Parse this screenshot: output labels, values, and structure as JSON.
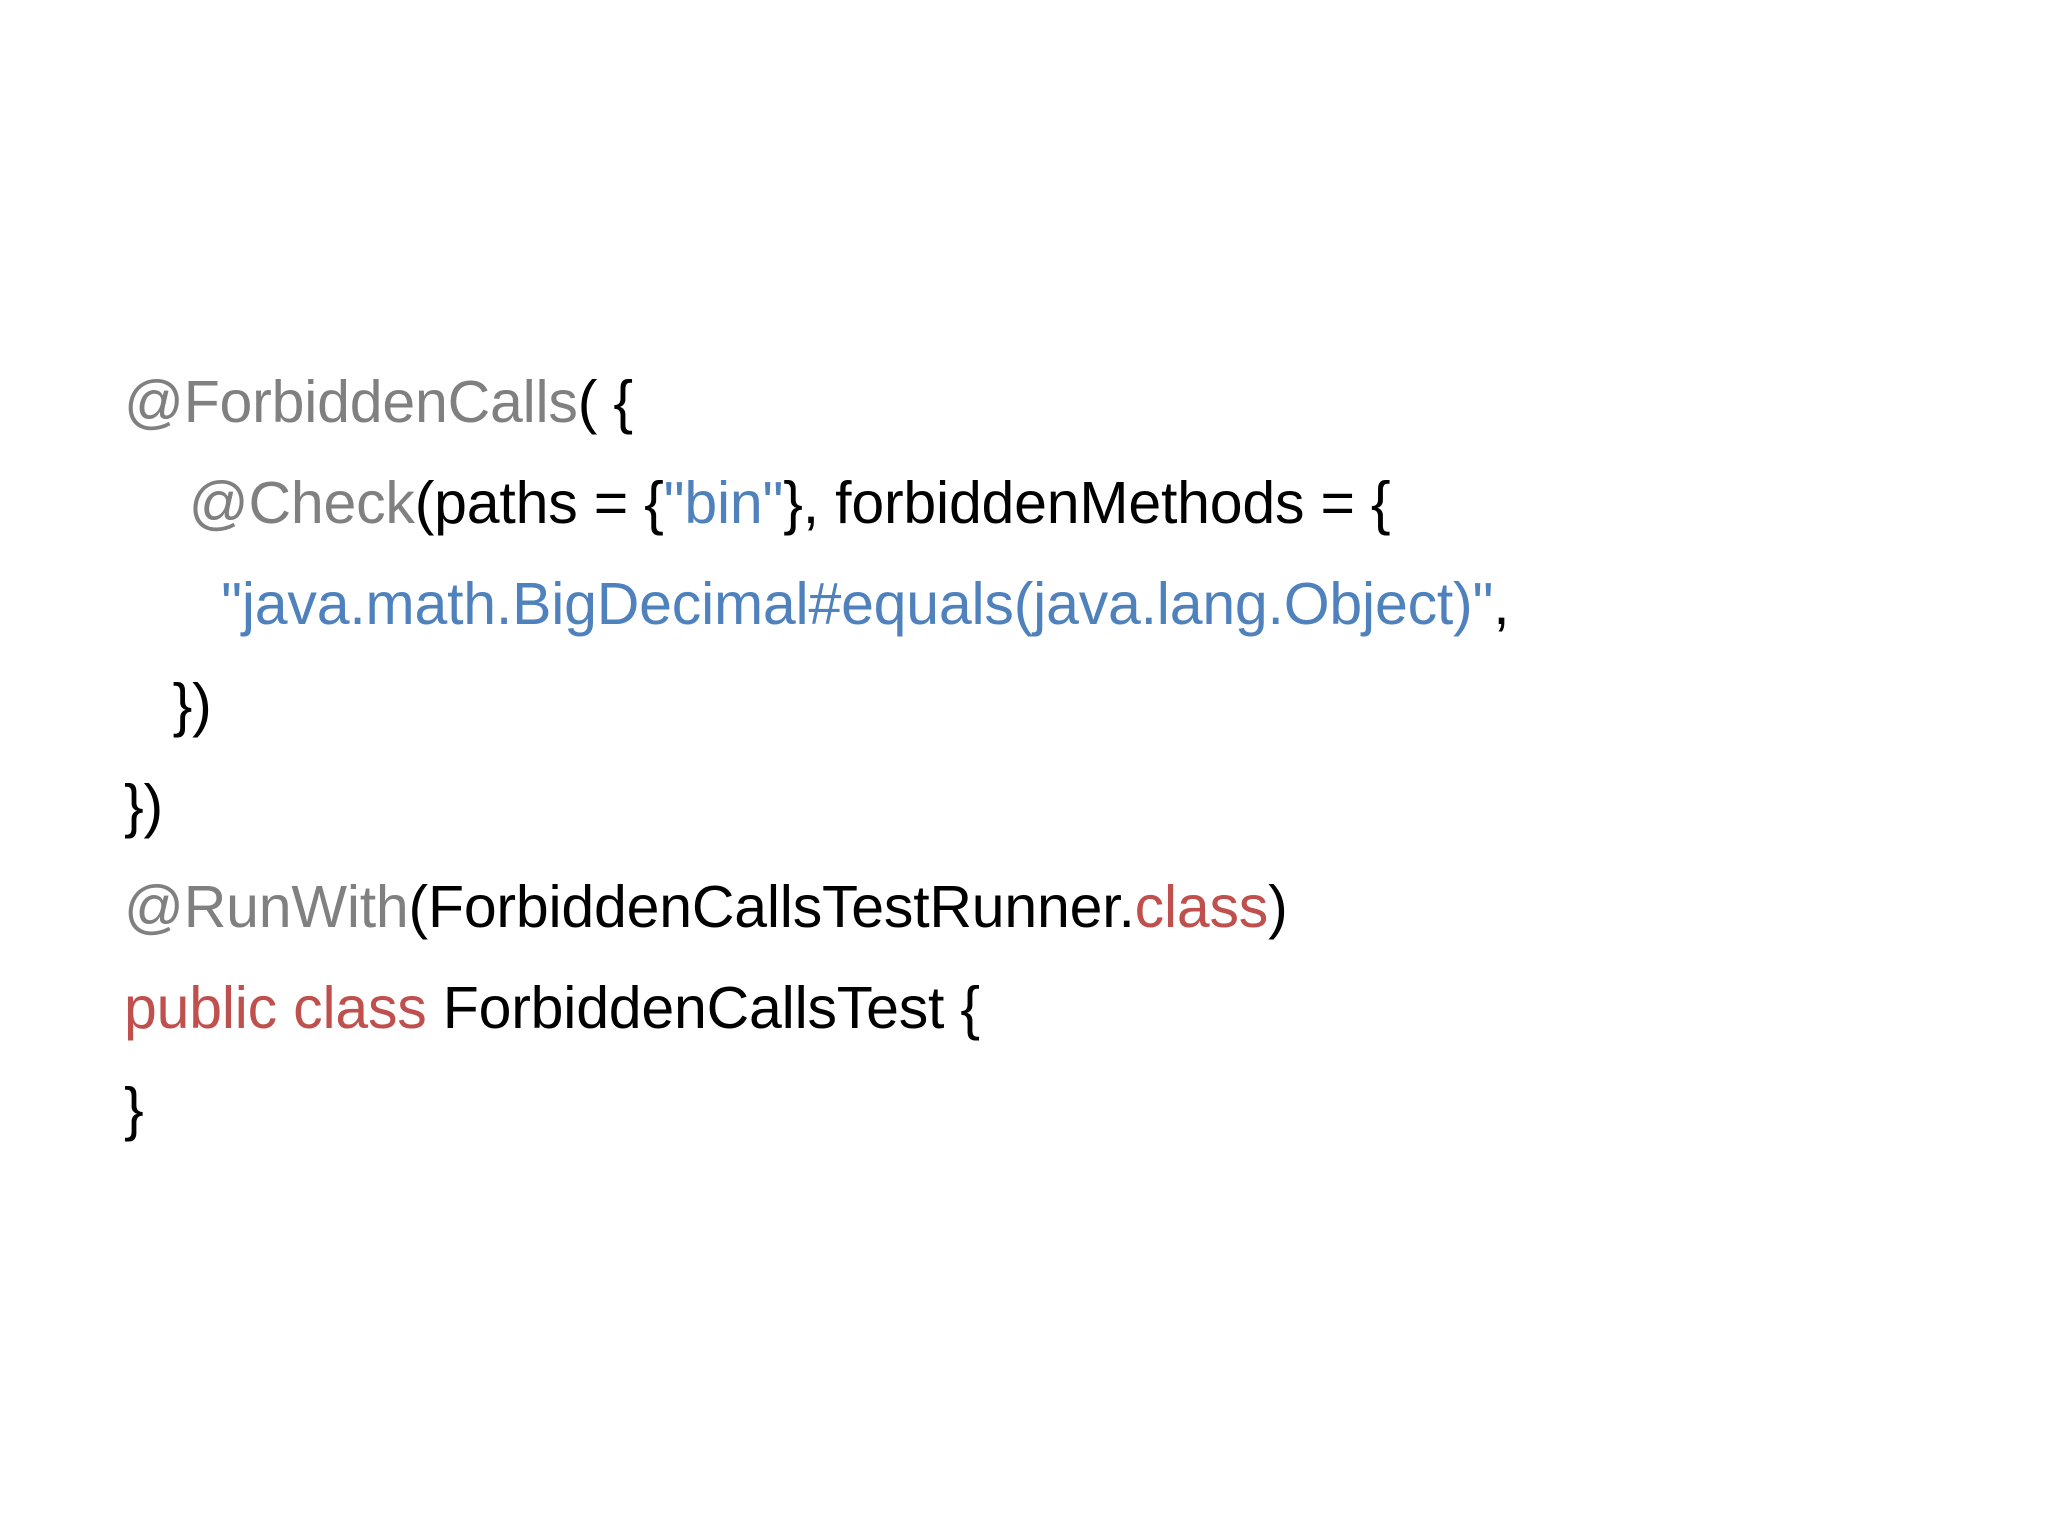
{
  "slide": {
    "background_color": "#FFFFFF",
    "type": "code-snippet-slide",
    "language": "java"
  },
  "colors": {
    "annotation": "#808080",
    "string": "#4F81BD",
    "keyword": "#C0504D",
    "plain": "#000000",
    "background": "#FFFFFF"
  },
  "code": {
    "full_text": "@ForbiddenCalls( {\n    @Check(paths = {\"bin\"}, forbiddenMethods = {\n      \"java.math.BigDecimal#equals(java.lang.Object)\",\n   })\n})\n@RunWith(ForbiddenCallsTestRunner.class)\npublic class ForbiddenCallsTest {\n}",
    "lines": [
      {
        "indent": "",
        "tokens": [
          {
            "text": "@ForbiddenCalls",
            "kind": "annotation"
          },
          {
            "text": "( {",
            "kind": "plain"
          }
        ]
      },
      {
        "indent": "    ",
        "tokens": [
          {
            "text": "@Check",
            "kind": "annotation"
          },
          {
            "text": "(paths = {",
            "kind": "plain"
          },
          {
            "text": "\"bin\"",
            "kind": "string"
          },
          {
            "text": "}, forbiddenMethods = {",
            "kind": "plain"
          }
        ]
      },
      {
        "indent": "      ",
        "tokens": [
          {
            "text": "\"java.math.BigDecimal#equals(java.lang.Object)\"",
            "kind": "string"
          },
          {
            "text": ",",
            "kind": "plain"
          }
        ]
      },
      {
        "indent": "   ",
        "tokens": [
          {
            "text": "})",
            "kind": "plain"
          }
        ]
      },
      {
        "indent": "",
        "tokens": [
          {
            "text": "})",
            "kind": "plain"
          }
        ]
      },
      {
        "indent": "",
        "tokens": [
          {
            "text": "@RunWith",
            "kind": "annotation"
          },
          {
            "text": "(ForbiddenCallsTestRunner.",
            "kind": "plain"
          },
          {
            "text": "class",
            "kind": "keyword"
          },
          {
            "text": ")",
            "kind": "plain"
          }
        ]
      },
      {
        "indent": "",
        "tokens": [
          {
            "text": "public class",
            "kind": "keyword"
          },
          {
            "text": " ForbiddenCallsTest {",
            "kind": "plain"
          }
        ]
      },
      {
        "indent": "",
        "tokens": [
          {
            "text": "}",
            "kind": "plain"
          }
        ]
      }
    ]
  }
}
